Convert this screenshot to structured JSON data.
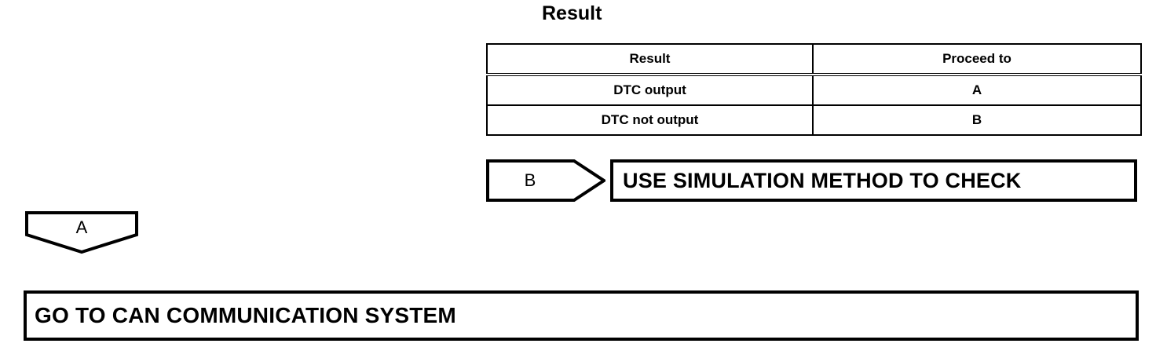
{
  "section": {
    "title": "Result"
  },
  "result_table": {
    "headers": [
      "Result",
      "Proceed to"
    ],
    "rows": [
      {
        "result": "DTC output",
        "proceed_to": "A"
      },
      {
        "result": "DTC not output",
        "proceed_to": "B"
      }
    ]
  },
  "connectors": {
    "b_flag": {
      "label": "B",
      "direction": "right"
    },
    "a_flag": {
      "label": "A",
      "direction": "down"
    }
  },
  "boxes": {
    "simulation": {
      "text": "USE SIMULATION METHOD TO CHECK"
    },
    "goto_can": {
      "text": "GO TO CAN COMMUNICATION SYSTEM"
    }
  },
  "colors": {
    "stroke": "#000000",
    "background": "#ffffff",
    "text": "#000000"
  }
}
